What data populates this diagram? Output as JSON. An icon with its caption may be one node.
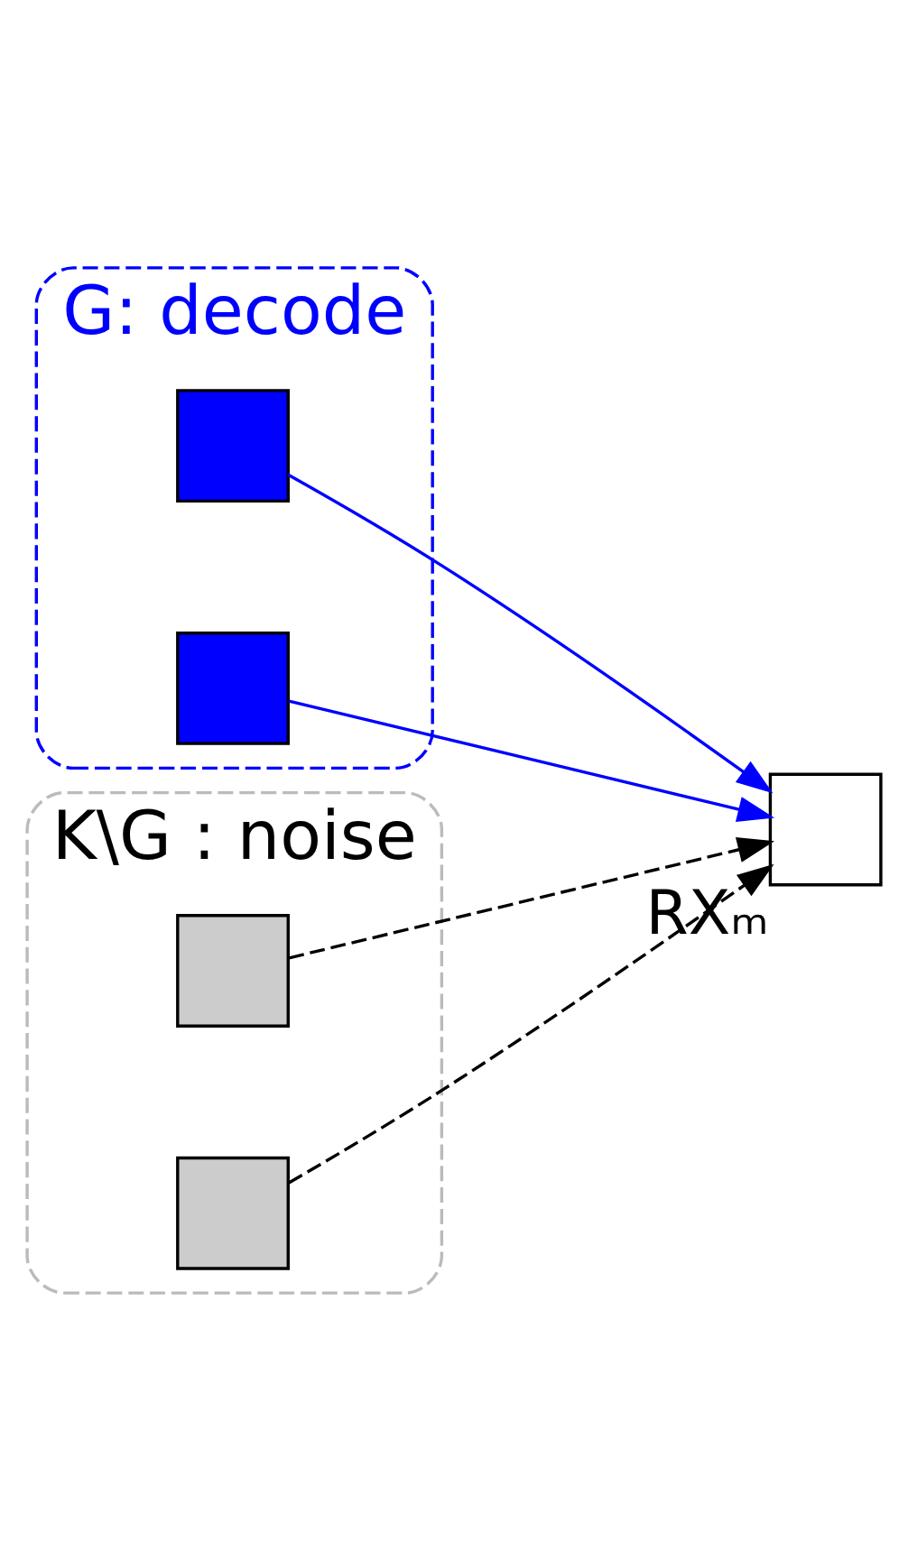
{
  "diagram": {
    "nodes": [
      {
        "text": [
          "G: decode"
        ]
      },
      {
        "text": [],
        "shape": "box",
        "in": 0
      },
      {
        "text": [],
        "shape": "box",
        "in": 0
      },
      {
        "text": [],
        "shape": "box",
        "beside": [
          "RXₘ"
        ]
      },
      {
        "text": [
          "K\\G : noise"
        ]
      },
      {
        "text": [],
        "shape": "box",
        "in": 4
      },
      {
        "text": [],
        "shape": "box",
        "in": 4
      }
    ],
    "edges": [
      {
        "from": 1,
        "to": 3,
        "arrow": "to",
        "color": "#0000ff"
      },
      {
        "from": 2,
        "to": 3,
        "arrow": "to",
        "color": "#0000ff"
      },
      {
        "from": 5,
        "to": 3,
        "arrow": "to",
        "style": "dashed",
        "color": "#000000"
      },
      {
        "from": 6,
        "to": 3,
        "arrow": "to",
        "style": "dashed",
        "color": "#000000"
      }
    ]
  }
}
